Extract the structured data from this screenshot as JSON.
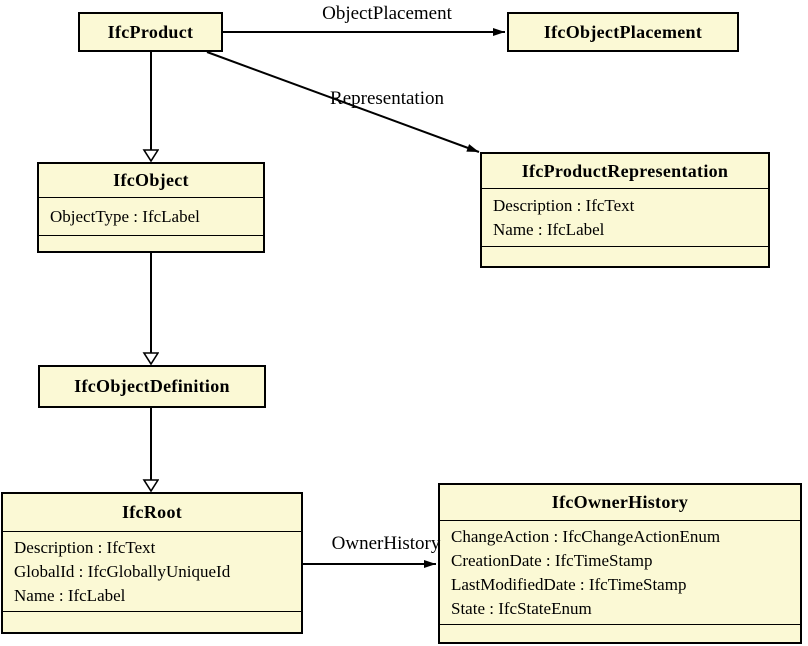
{
  "diagram": {
    "colors": {
      "background": "#ffffff",
      "box_fill": "#fbf9d5",
      "box_border": "#000000",
      "line_color": "#000000",
      "text_color": "#000000"
    },
    "classes": {
      "ifcProduct": {
        "name": "IfcProduct",
        "attributes": []
      },
      "ifcObjectPlacement": {
        "name": "IfcObjectPlacement",
        "attributes": []
      },
      "ifcObject": {
        "name": "IfcObject",
        "attributes": [
          "ObjectType : IfcLabel"
        ]
      },
      "ifcProductRepresentation": {
        "name": "IfcProductRepresentation",
        "attributes": [
          "Description : IfcText",
          "Name : IfcLabel"
        ]
      },
      "ifcObjectDefinition": {
        "name": "IfcObjectDefinition",
        "attributes": []
      },
      "ifcRoot": {
        "name": "IfcRoot",
        "attributes": [
          "Description : IfcText",
          "GlobalId : IfcGloballyUniqueId",
          "Name : IfcLabel"
        ]
      },
      "ifcOwnerHistory": {
        "name": "IfcOwnerHistory",
        "attributes": [
          "ChangeAction : IfcChangeActionEnum",
          "CreationDate : IfcTimeStamp",
          "LastModifiedDate : IfcTimeStamp",
          "State : IfcStateEnum"
        ]
      }
    },
    "edges": {
      "objectPlacement": {
        "label": "ObjectPlacement",
        "type": "association",
        "from": "IfcProduct",
        "to": "IfcObjectPlacement"
      },
      "representation": {
        "label": "Representation",
        "type": "association",
        "from": "IfcProduct",
        "to": "IfcProductRepresentation"
      },
      "ownerHistory": {
        "label": "OwnerHistory",
        "type": "association",
        "from": "IfcRoot",
        "to": "IfcOwnerHistory"
      },
      "productGeneralization": {
        "label": "",
        "type": "generalization",
        "from": "IfcProduct",
        "to": "IfcObject"
      },
      "objectGeneralization": {
        "label": "",
        "type": "generalization",
        "from": "IfcObject",
        "to": "IfcObjectDefinition"
      },
      "objectDefinitionGeneralization": {
        "label": "",
        "type": "generalization",
        "from": "IfcObjectDefinition",
        "to": "IfcRoot"
      }
    }
  }
}
